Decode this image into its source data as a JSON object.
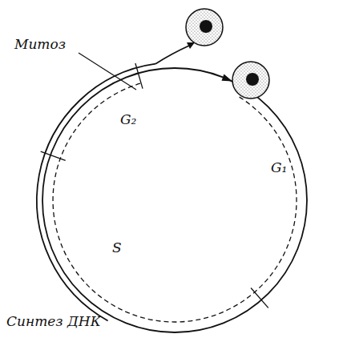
{
  "diagram": {
    "labels": [
      "Митоз",
      "G₂",
      "S",
      "G₁",
      "Синтез ДНК"
    ]
  }
}
